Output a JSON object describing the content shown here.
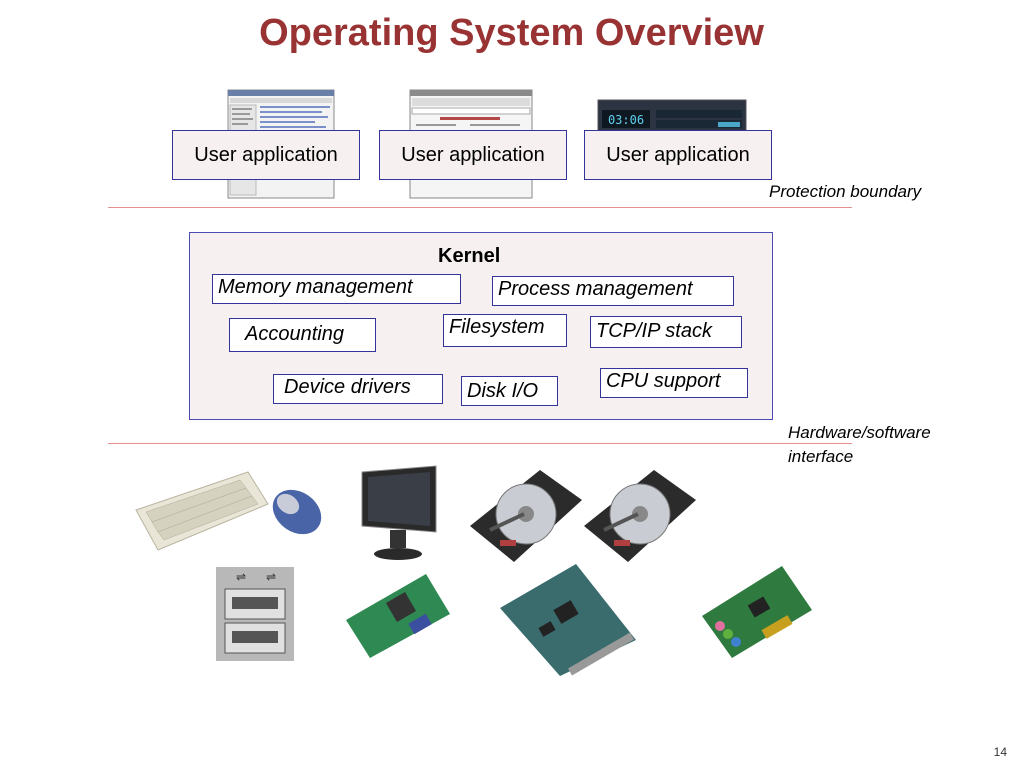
{
  "title": "Operating System Overview",
  "user_apps": [
    {
      "label": "User application"
    },
    {
      "label": "User application"
    },
    {
      "label": "User application"
    }
  ],
  "protection_boundary": "Protection boundary",
  "kernel": {
    "title": "Kernel",
    "components": [
      "Memory management",
      "Process management",
      "Accounting",
      "Filesystem",
      "TCP/IP stack",
      "Device drivers",
      "Disk I/O",
      "CPU support"
    ]
  },
  "hw_sw_interface": "Hardware/software interface",
  "hardware": [
    "keyboard",
    "mouse",
    "monitor",
    "hard-disk",
    "hard-disk",
    "usb-ports",
    "graphics-card",
    "network-card",
    "sound-card"
  ],
  "screenshot_app_display": "03:06",
  "page_number": "14",
  "colors": {
    "title": "#993333",
    "box_border": "#33339a",
    "box_fill": "#f6f0f0",
    "boundary_line": "#e89090"
  }
}
